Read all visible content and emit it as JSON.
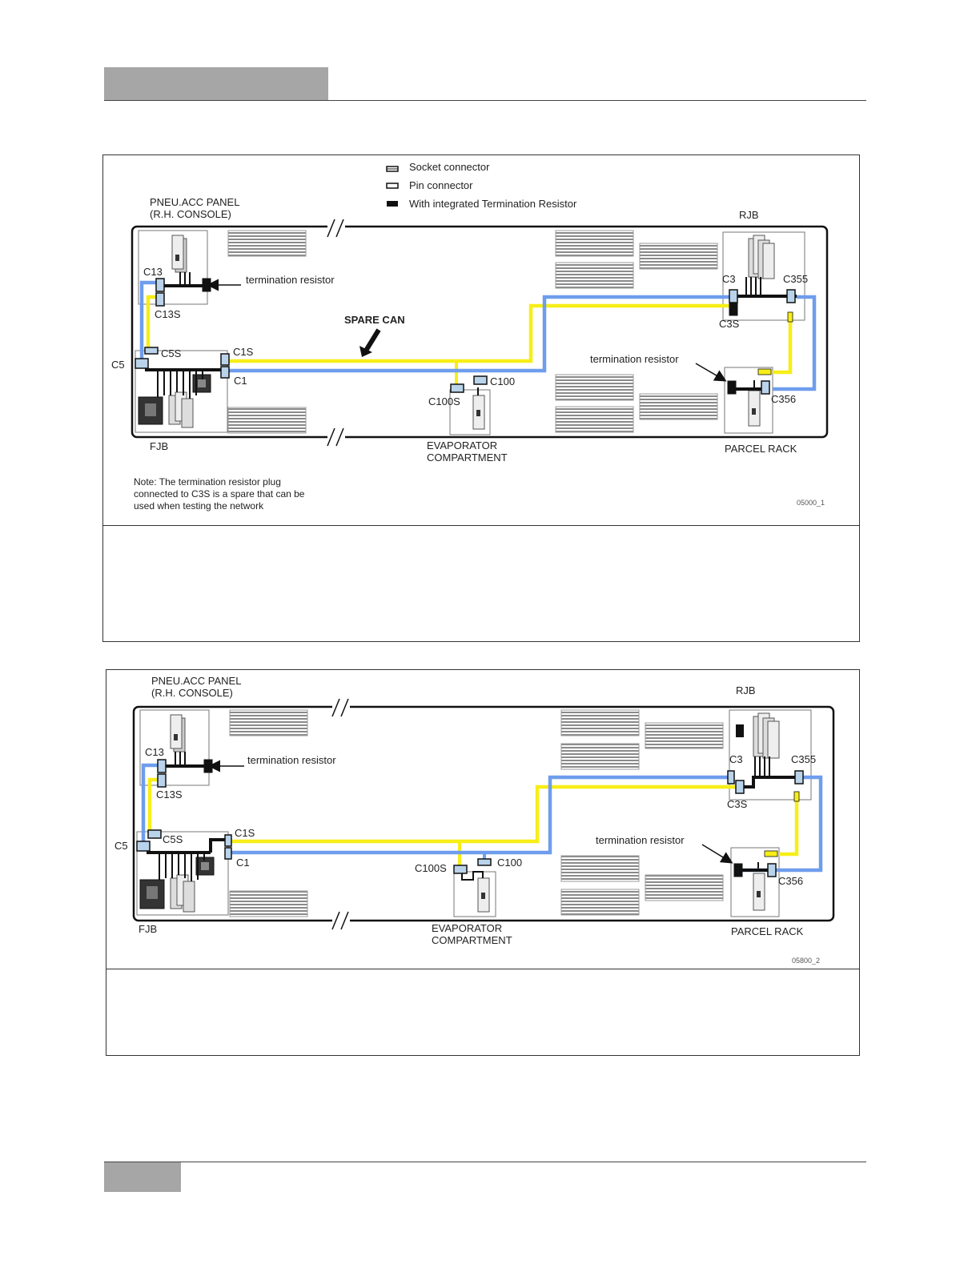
{
  "figure1": {
    "legend": {
      "socket": "Socket connector",
      "pin": "Pin connector",
      "termination": "With integrated Termination Resistor"
    },
    "labels": {
      "pneu_panel_1": "PNEU.ACC PANEL",
      "pneu_panel_2": "(R.H. CONSOLE)",
      "rjb": "RJB",
      "fjb": "FJB",
      "parcel_rack": "PARCEL RACK",
      "evaporator_1": "EVAPORATOR",
      "evaporator_2": "COMPARTMENT",
      "spare_can": "SPARE CAN",
      "term_resistor_left": "termination resistor",
      "term_resistor_right": "termination resistor",
      "c13": "C13",
      "c13s": "C13S",
      "c5": "C5",
      "c5s": "C5S",
      "c1s": "C1S",
      "c1": "C1",
      "c100": "C100",
      "c100s": "C100S",
      "c3": "C3",
      "c3s": "C3S",
      "c355": "C355",
      "c356": "C356"
    },
    "note_lines": [
      "Note: The termination resistor plug",
      "connected to C3S is a spare that can be",
      "used when testing the network"
    ],
    "figure_id": "05000_1"
  },
  "figure2": {
    "labels": {
      "pneu_panel_1": "PNEU.ACC PANEL",
      "pneu_panel_2": "(R.H. CONSOLE)",
      "rjb": "RJB",
      "fjb": "FJB",
      "parcel_rack": "PARCEL RACK",
      "evaporator_1": "EVAPORATOR",
      "evaporator_2": "COMPARTMENT",
      "term_resistor_left": "termination resistor",
      "term_resistor_right": "termination resistor",
      "c13": "C13",
      "c13s": "C13S",
      "c5": "C5",
      "c5s": "C5S",
      "c1s": "C1S",
      "c1": "C1",
      "c100": "C100",
      "c100s": "C100S",
      "c3": "C3",
      "c3s": "C3S",
      "c355": "C355",
      "c356": "C356"
    },
    "figure_id": "05800_2"
  },
  "colors": {
    "can_high": "#f7ee17",
    "can_low": "#6f9ded",
    "connector_fill": "#b9d3ea",
    "bus": "#111111"
  }
}
